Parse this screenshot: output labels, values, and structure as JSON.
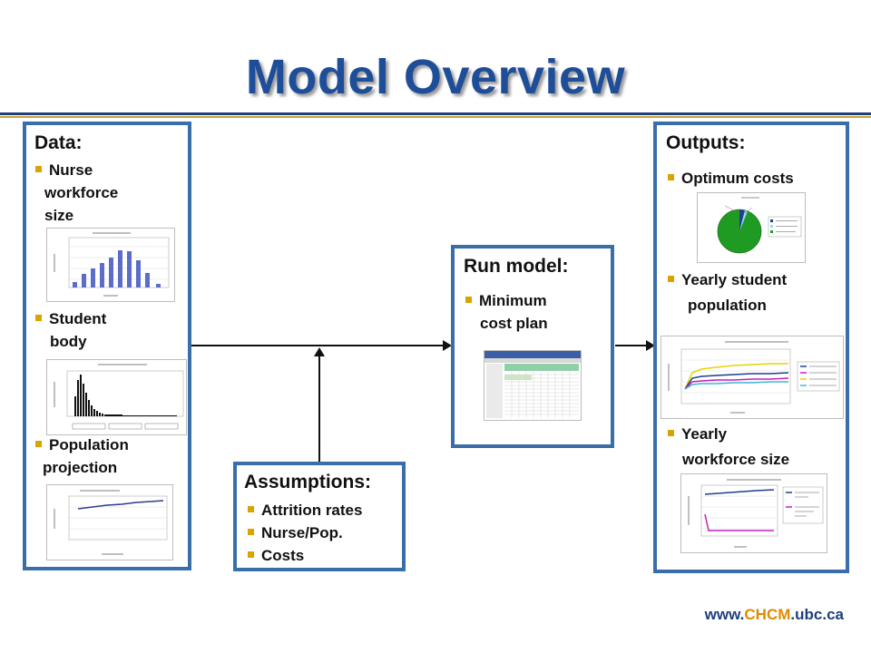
{
  "title": "Model Overview",
  "footer": {
    "prefix": "www.",
    "highlight": "CHCM",
    "suffix": ".ubc.ca"
  },
  "data_panel": {
    "heading": "Data:",
    "items": [
      {
        "lines": [
          "Nurse",
          "workforce",
          "size"
        ]
      },
      {
        "lines": [
          "Student",
          "body"
        ]
      },
      {
        "lines": [
          "Population",
          "projection"
        ]
      }
    ]
  },
  "run_panel": {
    "heading": "Run model:",
    "items": [
      {
        "lines": [
          "Minimum",
          "cost plan"
        ]
      }
    ]
  },
  "assumptions_panel": {
    "heading": "Assumptions:",
    "items": [
      "Attrition rates",
      "Nurse/Pop.",
      "Costs"
    ]
  },
  "outputs_panel": {
    "heading": "Outputs:",
    "items": [
      {
        "lines": [
          "Optimum costs"
        ]
      },
      {
        "lines": [
          "Yearly student",
          "population"
        ]
      },
      {
        "lines": [
          "Yearly",
          "workforce size"
        ]
      }
    ]
  },
  "colors": {
    "title": "#1f4e99",
    "panel_border": "#3a6ea8",
    "bullet": "#d9a400",
    "footer_highlight": "#e08a00"
  }
}
